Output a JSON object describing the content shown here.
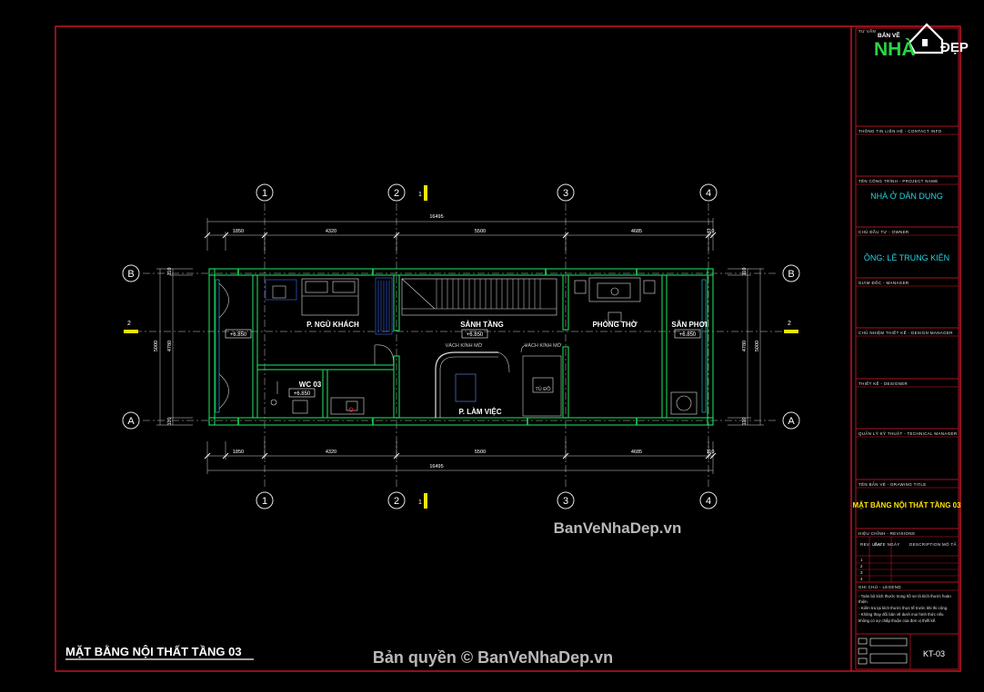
{
  "drawing": {
    "title": "MẶT BẰNG NỘI THẤT TẦNG 03",
    "watermark_mid": "BanVeNhaDep.vn",
    "watermark_bottom": "Bản quyền © BanVeNhaDep.vn",
    "axes_columns": [
      "1",
      "2",
      "3",
      "4"
    ],
    "axes_rows": [
      "B",
      "A"
    ],
    "section_marker": "1",
    "section_side": "2",
    "dims": {
      "total": "16495",
      "segments": [
        "1850",
        "4320",
        "5500",
        "4685",
        "110"
      ],
      "left_vertical": [
        "110",
        "5000",
        "4780",
        "110"
      ],
      "right_vertical": [
        "110",
        "5000",
        "4780",
        "110"
      ]
    },
    "rooms": {
      "guest_bedroom": "P. NGỦ KHÁCH",
      "stair_hall": "SẢNH TẦNG",
      "altar_room": "PHÒNG THỜ",
      "drying_yard": "SÂN PHƠI",
      "wc": "WC 03",
      "office": "P. LÀM VIỆC"
    },
    "levels": {
      "left": "+6.850",
      "hall": "+6.850",
      "wc": "+6.850",
      "yard": "+6.850"
    },
    "labels": {
      "glass_left": "VÁCH KÍNH MỜ",
      "glass_right": "VÁCH KÍNH MỜ",
      "cabinet": "TỦ ĐỒ"
    }
  },
  "title_block": {
    "consultant_label": "TƯ VẤN",
    "logo_top": "BẢN VẼ",
    "logo_nha": "NHÀ",
    "logo_dep": "ĐẸP",
    "contact_label": "THÔNG TIN LIÊN HỆ - CONTACT INFO",
    "project_label": "TÊN CÔNG TRÌNH - PROJECT NAME",
    "project_value": "NHÀ Ở DÂN DỤNG",
    "owner_label": "CHỦ ĐẦU TƯ - OWNER",
    "owner_value": "ÔNG: LÊ TRUNG KIÊN",
    "manager_label": "GIÁM ĐỐC - MANAGER",
    "design_manager_label": "CHỦ NHIỆM THIẾT KẾ - DESIGN MANAGER",
    "designer_label": "THIẾT KẾ - DESIGNER",
    "technical_label": "QUẢN LÝ KỸ THUẬT - TECHNICAL MANAGER",
    "drawing_title_label": "TÊN BẢN VẼ - DRAWING TITLE",
    "drawing_title_value": "MẶT BẰNG NỘI THẤT TẦNG 03",
    "revision_label": "HIỆU CHỈNH - REVISIONS",
    "rev_headers": [
      "REV. LẦN",
      "DATE NGÀY",
      "DESCRIPTION MÔ TẢ"
    ],
    "rev_rows": [
      "1",
      "2",
      "3",
      "4"
    ],
    "legend_label": "GHI CHÚ - LEGEND",
    "notes": [
      "- Toàn bộ kích thước trong hồ sơ là kích thước hoàn",
      "thiện.",
      "- Kiểm tra lại kích thước thực tế trước khi thi công.",
      "- Không thay đổi bản vẽ dưới mọi hình thức nếu",
      "không có sự chấp thuận của đơn vị thiết kế."
    ],
    "sheet_no": "KT-03"
  },
  "colors": {
    "frame": "#e0192b",
    "wall": "#19d65a",
    "cyan": "#26d4e0",
    "yellow": "#ffe400",
    "axis": "#c9c9c9"
  }
}
